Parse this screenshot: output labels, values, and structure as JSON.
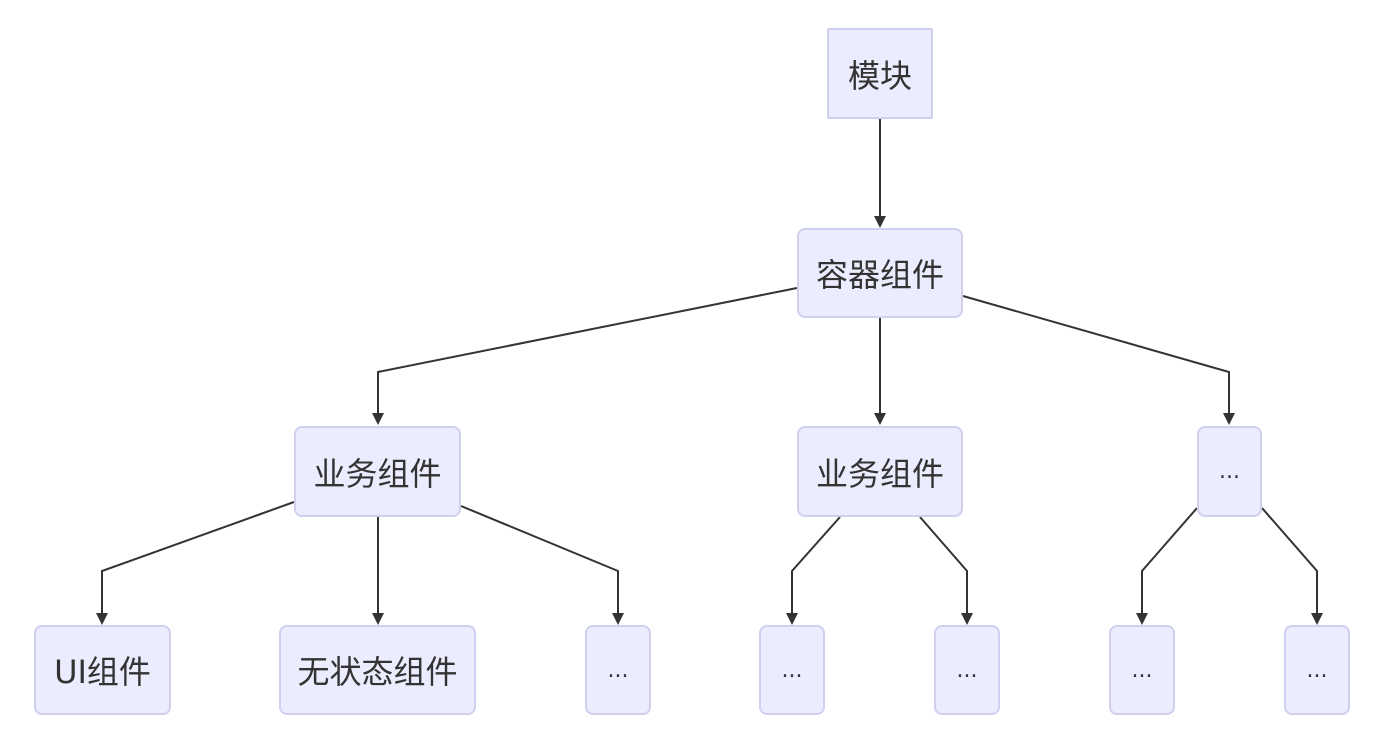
{
  "diagram": {
    "nodes": {
      "module": "模块",
      "container": "容器组件",
      "business_1": "业务组件",
      "business_2": "业务组件",
      "ellipsis_top": "...",
      "ui": "UI组件",
      "stateless": "无状态组件",
      "ellipsis_1": "...",
      "ellipsis_2": "...",
      "ellipsis_3": "...",
      "ellipsis_4": "...",
      "ellipsis_5": "..."
    },
    "colors": {
      "node_fill": "#ececff",
      "node_border": "#cfcfef",
      "edge": "#333333",
      "text": "#333333"
    }
  }
}
